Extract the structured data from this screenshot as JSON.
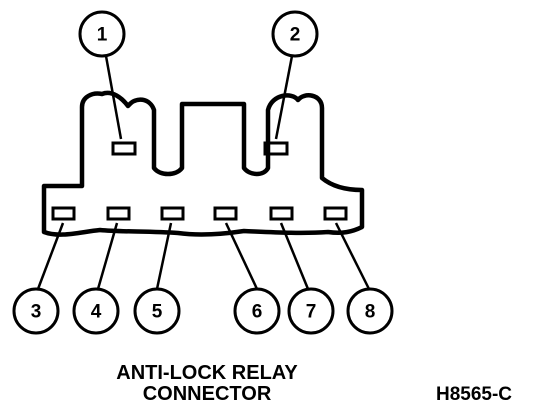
{
  "diagram": {
    "callouts": {
      "c1": "1",
      "c2": "2",
      "c3": "3",
      "c4": "4",
      "c5": "5",
      "c6": "6",
      "c7": "7",
      "c8": "8"
    },
    "caption_line1": "ANTI-LOCK RELAY",
    "caption_line2": "CONNECTOR",
    "figure_id": "H8565-C",
    "ink_color": "#000000",
    "background_color": "#ffffff"
  }
}
